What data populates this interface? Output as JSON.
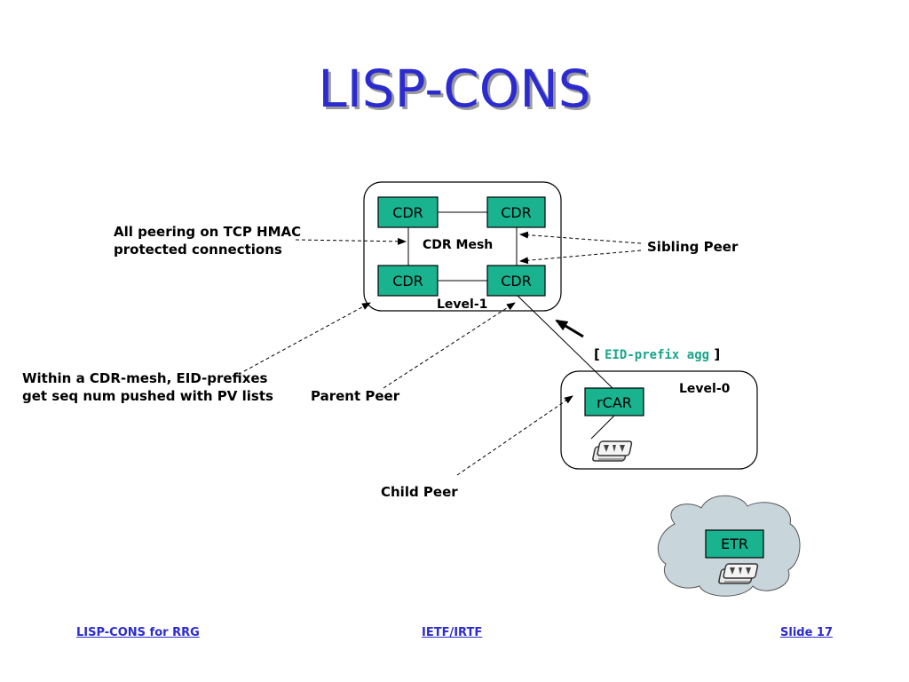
{
  "slide": {
    "title": "LISP-CONS",
    "footer": {
      "left": "LISP-CONS for RRG",
      "center": "IETF/IRTF",
      "right": "Slide 17"
    }
  },
  "diagram": {
    "nodes": {
      "cdr_top_left": "CDR",
      "cdr_top_right": "CDR",
      "cdr_bottom_left": "CDR",
      "cdr_bottom_right": "CDR",
      "rcar": "rCAR",
      "etr": "ETR"
    },
    "labels": {
      "cdr_mesh": "CDR Mesh",
      "level1": "Level-1",
      "level0": "Level-0",
      "eid_prefix_open": "[ ",
      "eid_prefix_agg": "EID-prefix agg",
      "eid_prefix_close": " ]"
    },
    "annotations": {
      "peering_line1": "All peering on TCP HMAC",
      "peering_line2": "protected connections",
      "sibling_peer": "Sibling Peer",
      "within_line1": "Within a CDR-mesh, EID-prefixes",
      "within_line2": "get seq num pushed with PV lists",
      "parent_peer": "Parent Peer",
      "child_peer": "Child Peer"
    },
    "colors": {
      "node_fill": "#19b38f",
      "title": "#2b2bd0",
      "eid_text": "#1aa58a",
      "cloud": "#c8d6dc"
    }
  }
}
